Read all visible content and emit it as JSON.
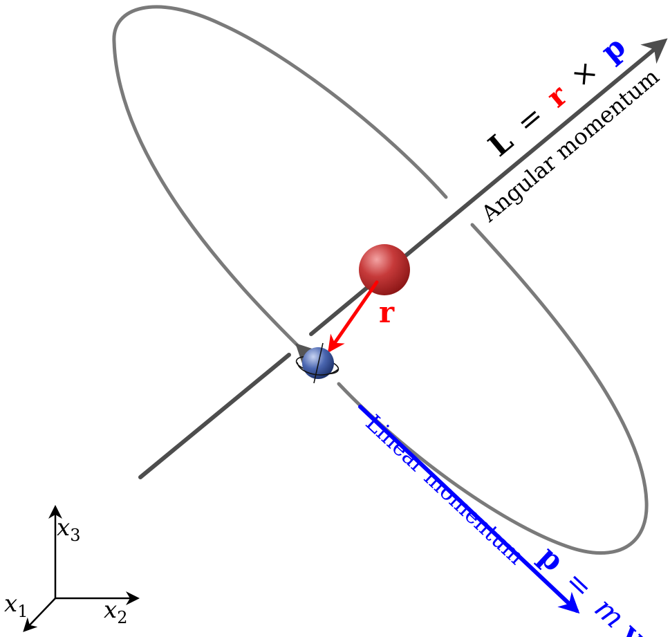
{
  "angular": {
    "eq_L": "L",
    "eq_equals": "=",
    "eq_r": "r",
    "eq_times": "×",
    "eq_p": "p",
    "label": "Angular momentum"
  },
  "linear": {
    "eq_p": "p",
    "eq_equals": "=",
    "eq_m": "m",
    "eq_v": "v",
    "label": "Linear momentum"
  },
  "radius_label": "r",
  "axes": {
    "x1": "x",
    "x1_sub": "1",
    "x2": "x",
    "x2_sub": "2",
    "x3": "x",
    "x3_sub": "3"
  },
  "colors": {
    "angular_axis": "#4d4d4d",
    "orbit": "#7a7a7a",
    "radius": "#ff0000",
    "linear": "#0000ff",
    "sun": "#b02424",
    "planet": "#2e4d8f"
  }
}
